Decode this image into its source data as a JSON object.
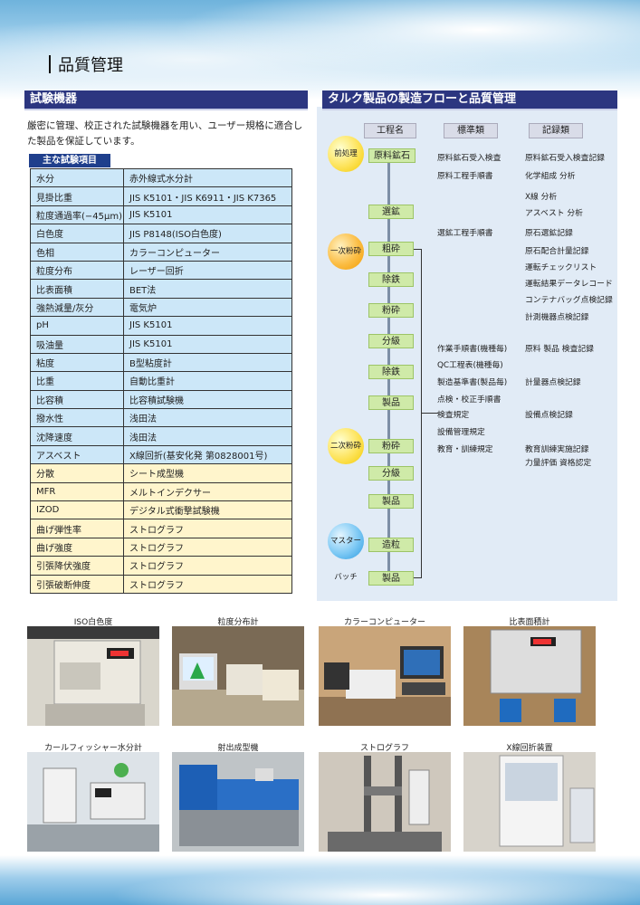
{
  "page_title": "品質管理",
  "left": {
    "heading": "試験機器",
    "intro": "厳密に管理、校正された試験機器を用い、ユーザー規格に適合した製品を保証しています。",
    "badge": "主な試験項目",
    "rows": [
      {
        "k": "水分",
        "v": "赤外線式水分計",
        "band": "blue"
      },
      {
        "k": "見掛比重",
        "v": "JIS K5101・JIS K6911・JIS K7365",
        "band": "blue"
      },
      {
        "k": "粒度通過率(−45μm)",
        "v": "JIS K5101",
        "band": "blue"
      },
      {
        "k": "白色度",
        "v": "JIS P8148(ISO白色度)",
        "band": "blue"
      },
      {
        "k": "色相",
        "v": "カラーコンピューター",
        "band": "blue"
      },
      {
        "k": "粒度分布",
        "v": "レーザー回折",
        "band": "blue"
      },
      {
        "k": "比表面積",
        "v": "BET法",
        "band": "blue"
      },
      {
        "k": "強熱減量/灰分",
        "v": "電気炉",
        "band": "blue"
      },
      {
        "k": "pH",
        "v": "JIS K5101",
        "band": "blue"
      },
      {
        "k": "吸油量",
        "v": "JIS K5101",
        "band": "blue"
      },
      {
        "k": "粘度",
        "v": "B型粘度計",
        "band": "blue"
      },
      {
        "k": "比重",
        "v": "自動比重計",
        "band": "blue"
      },
      {
        "k": "比容積",
        "v": "比容積試験機",
        "band": "blue"
      },
      {
        "k": "撥水性",
        "v": "浅田法",
        "band": "blue"
      },
      {
        "k": "沈降速度",
        "v": "浅田法",
        "band": "blue"
      },
      {
        "k": "アスベスト",
        "v": "X線回折(基安化発 第0828001号)",
        "band": "blue"
      },
      {
        "k": "分散",
        "v": "シート成型機",
        "band": "yellow"
      },
      {
        "k": "MFR",
        "v": "メルトインデクサー",
        "band": "yellow"
      },
      {
        "k": "IZOD",
        "v": "デジタル式衝撃試験機",
        "band": "yellow"
      },
      {
        "k": "曲げ弾性率",
        "v": "ストログラフ",
        "band": "yellow"
      },
      {
        "k": "曲げ強度",
        "v": "ストログラフ",
        "band": "yellow"
      },
      {
        "k": "引張降伏強度",
        "v": "ストログラフ",
        "band": "yellow"
      },
      {
        "k": "引張破断伸度",
        "v": "ストログラフ",
        "band": "yellow"
      }
    ]
  },
  "right": {
    "heading": "タルク製品の製造フローと品質管理",
    "col_process": "工程名",
    "col_standards": "標準類",
    "col_records": "記録類",
    "stages": [
      "前処理",
      "一次粉砕",
      "二次粉砕",
      "マスターバッチ"
    ],
    "steps": [
      "原料鉱石",
      "選鉱",
      "粗砕",
      "除鉄",
      "粉砕",
      "分級",
      "除鉄",
      "製品",
      "粉砕",
      "分級",
      "製品",
      "造粒",
      "製品"
    ],
    "standards": [
      "原料鉱石受入検査",
      "原料工程手順書",
      "選鉱工程手順書",
      "作業手順書(機種毎)",
      "QC工程表(機種毎)",
      "製造基準書(製品毎)",
      "点検・校正手順書",
      "検査規定",
      "設備管理規定",
      "教育・訓練規定"
    ],
    "records": [
      "原料鉱石受入検査記録",
      "化学組成 分析",
      "X線 分析",
      "アスベスト 分析",
      "原石選鉱記録",
      "原石配合計量記録",
      "運転チェックリスト",
      "運転結果データレコード",
      "コンテナバッグ点検記録",
      "計測機器点検記録",
      "原料 製品 検査記録",
      "計量器点検記録",
      "設備点検記録",
      "教育訓練実施記録",
      "力量評価 資格認定"
    ]
  },
  "photos": [
    "ISO白色度",
    "粒度分布計",
    "カラーコンピューター",
    "比表面積計",
    "カールフィッシャー水分計",
    "射出成型機",
    "ストログラフ",
    "X線回折装置"
  ],
  "colors": {
    "navy": "#2c3680",
    "panel": "#e1ebf6",
    "step": "#cfeaa8",
    "row_blue": "#cce7f8",
    "row_yellow": "#fff5cc"
  }
}
